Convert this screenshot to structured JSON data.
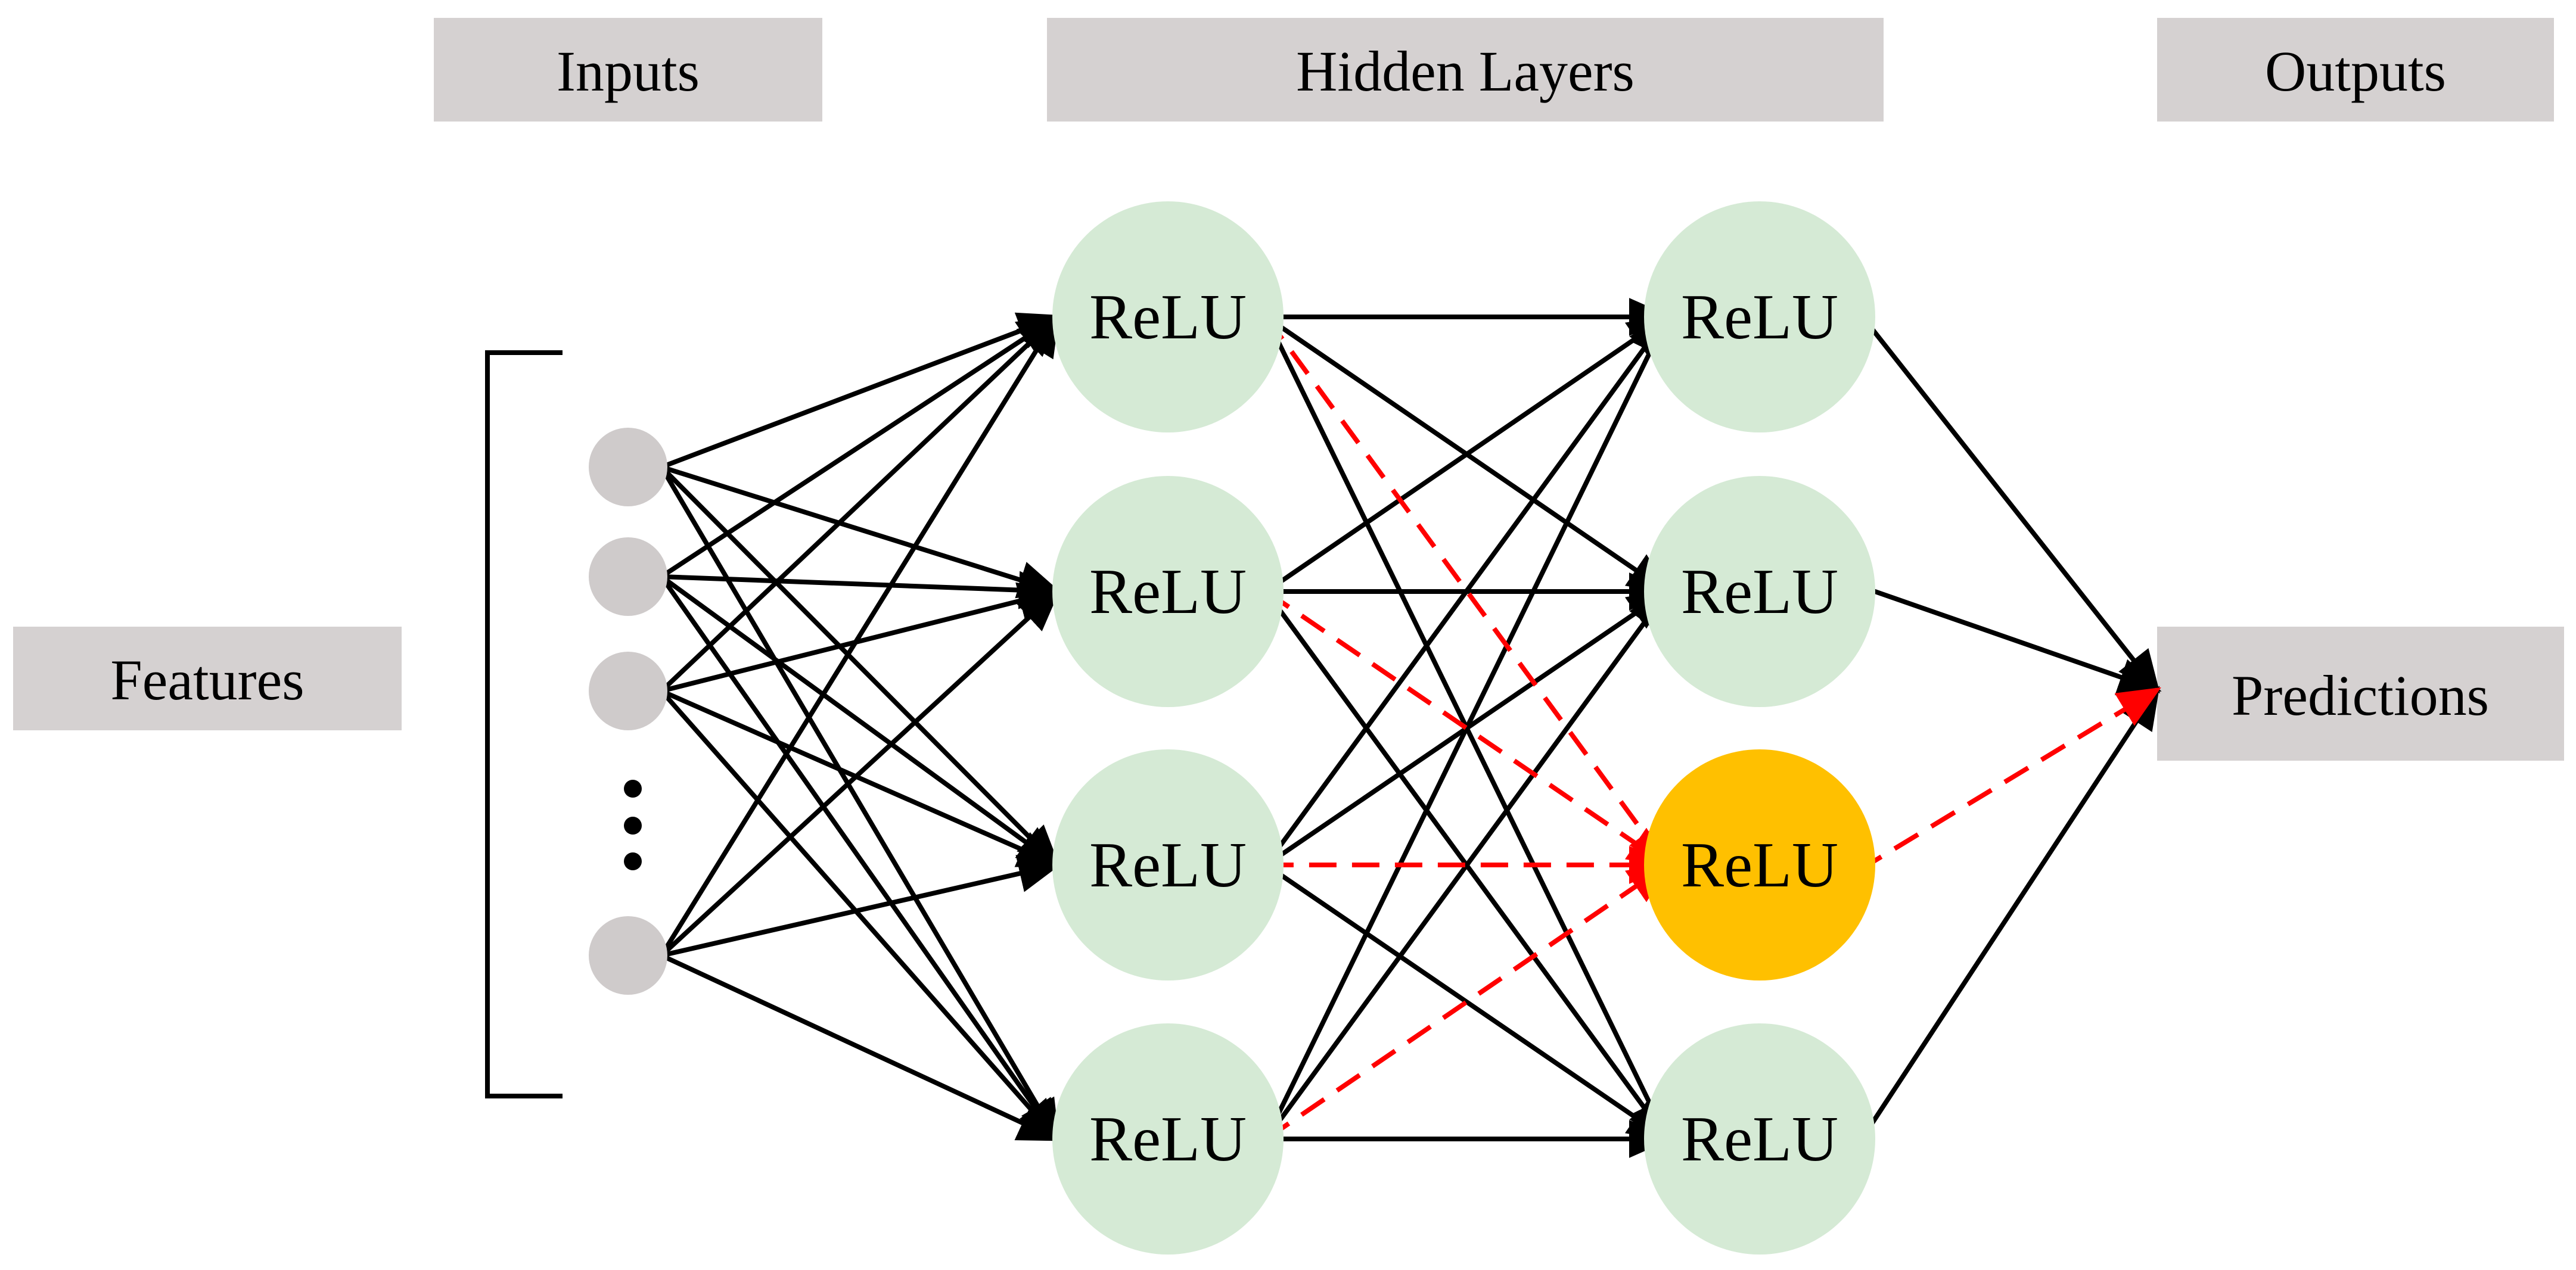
{
  "labels": {
    "inputs": "Inputs",
    "hidden": "Hidden Layers",
    "outputs": "Outputs",
    "features": "Features",
    "predictions": "Predictions"
  },
  "neuron_label": "ReLU",
  "colors": {
    "label_box": "#d5d1d1",
    "input_node": "#cfcbcb",
    "hidden_node": "#d5ead5",
    "highlight_node": "#ffc000",
    "edge": "#000000",
    "highlight_edge": "#ff0000"
  },
  "network": {
    "input_nodes": 4,
    "show_ellipsis": true,
    "hidden_layers": [
      4,
      4
    ],
    "highlighted_neuron": {
      "layer": 2,
      "index": 3
    }
  }
}
